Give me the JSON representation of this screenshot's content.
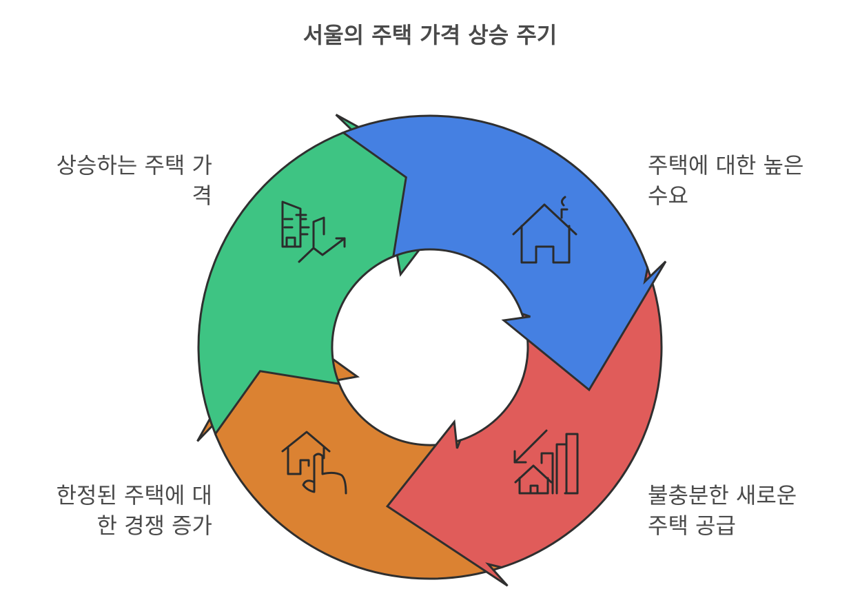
{
  "title": "서울의 주택 가격 상승 주기",
  "stages": {
    "top_left": {
      "lines": [
        "상승하는 주택 가",
        "격"
      ],
      "color": "#3ec483",
      "icon": "rising-buildings-chart-icon"
    },
    "top_right": {
      "lines": [
        "주택에 대한 높은",
        "수요"
      ],
      "color": "#4580e2",
      "icon": "house-icon"
    },
    "bottom_right": {
      "lines": [
        "불충분한 새로운",
        "주택 공급"
      ],
      "color": "#e05c5a",
      "icon": "house-bar-chart-down-icon"
    },
    "bottom_left": {
      "lines": [
        "한정된 주택에 대",
        "한 경쟁 증가"
      ],
      "color": "#db8232",
      "icon": "house-pointing-hand-icon"
    }
  }
}
